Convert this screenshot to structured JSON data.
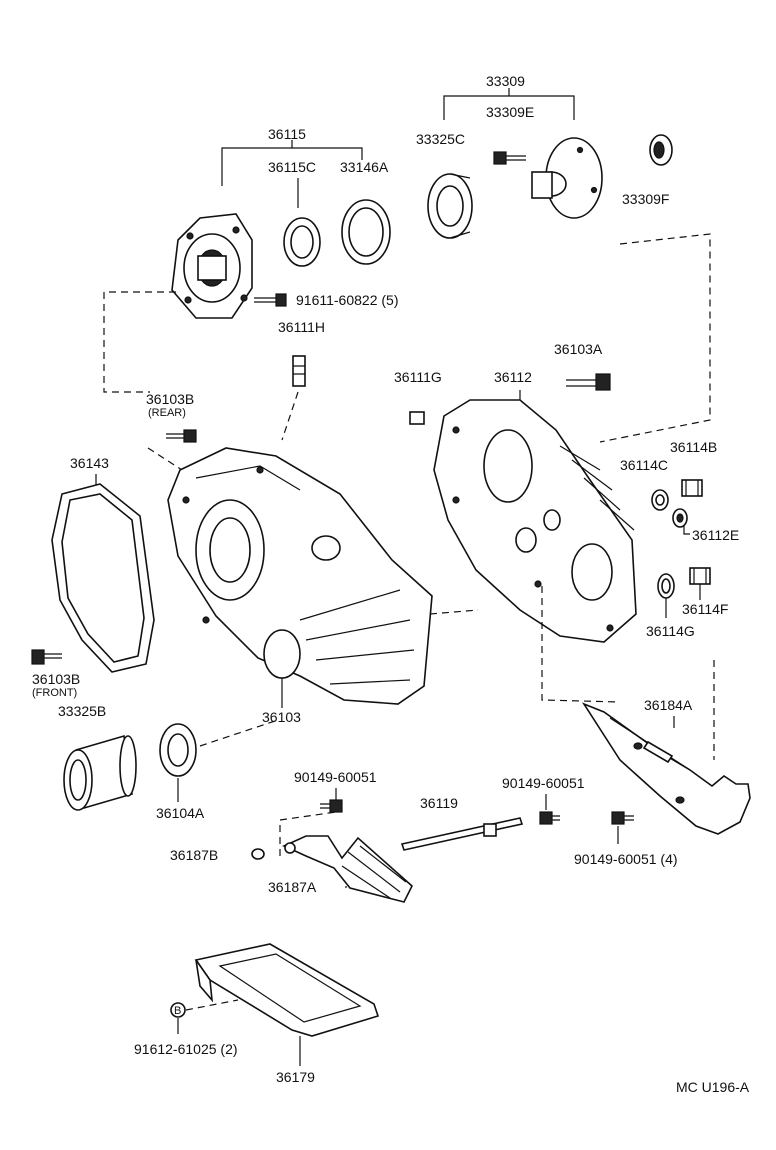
{
  "labels": {
    "p33309": "33309",
    "p33309E": "33309E",
    "p33325C": "33325C",
    "p33309F": "33309F",
    "p36115": "36115",
    "p36115C": "36115C",
    "p33146A": "33146A",
    "p91611": "91611-60822 (5)",
    "p36111H": "36111H",
    "p36111G": "36111G",
    "p36112": "36112",
    "p36103A": "36103A",
    "p36103B_rear": "36103B",
    "rear": "(REAR)",
    "p36143": "36143",
    "p36114B": "36114B",
    "p36114C": "36114C",
    "p36112E": "36112E",
    "p36114F": "36114F",
    "p36114G": "36114G",
    "p36103B_front": "36103B",
    "front": "(FRONT)",
    "p33325B": "33325B",
    "p36103": "36103",
    "p36104A": "36104A",
    "p36184A": "36184A",
    "p90149_a": "90149-60051",
    "p90149_b": "90149-60051",
    "p90149_c": "90149-60051 (4)",
    "p36119": "36119",
    "p36187B": "36187B",
    "p36187A": "36187A",
    "p91612": "91612-61025 (2)",
    "p36179": "36179",
    "bolt_mark": "B",
    "code": "MC U196-A"
  }
}
